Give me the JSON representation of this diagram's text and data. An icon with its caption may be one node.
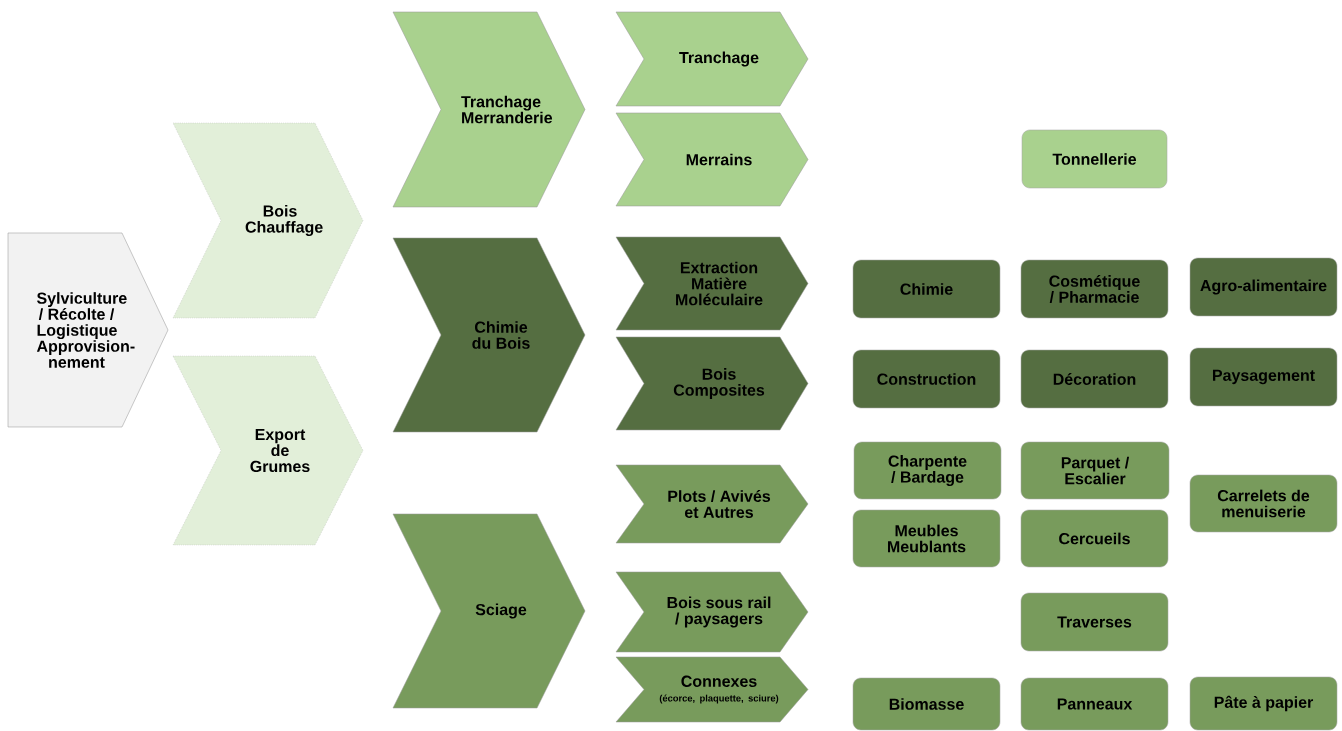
{
  "diagram": {
    "nodes": [
      {
        "text": [
          "Sylviculture / Récolte / Logistique Approvision-nement"
        ]
      },
      {
        "text": [
          "Bois Chauffage"
        ]
      },
      {
        "text": [
          "Export de Grumes"
        ]
      },
      {
        "text": [
          "Tranchage Merranderie"
        ]
      },
      {
        "text": [
          "Chimie du Bois"
        ]
      },
      {
        "text": [
          "Sciage"
        ]
      },
      {
        "text": [
          "Tranchage"
        ]
      },
      {
        "text": [
          "Merrains"
        ]
      },
      {
        "text": [
          "Extraction Matière Moléculaire"
        ]
      },
      {
        "text": [
          "Bois Composites"
        ]
      },
      {
        "text": [
          "Plots / Avivés et Autres"
        ]
      },
      {
        "text": [
          "Bois sous rail / paysagers"
        ]
      },
      {
        "text": [
          "Connexes",
          "(écorce, plaquette, sciure)"
        ]
      },
      {
        "text": [
          "Tonnellerie"
        ]
      },
      {
        "text": [
          "Chimie"
        ]
      },
      {
        "text": [
          "Cosmétique / Pharmacie"
        ]
      },
      {
        "text": [
          "Agro-alimentaire"
        ]
      },
      {
        "text": [
          "Construction"
        ]
      },
      {
        "text": [
          "Décoration"
        ]
      },
      {
        "text": [
          "Paysagement"
        ]
      },
      {
        "text": [
          "Charpente / Bardage"
        ]
      },
      {
        "text": [
          "Parquet / Escalier"
        ]
      },
      {
        "text": [
          "Carrelets de menuiserie"
        ]
      },
      {
        "text": [
          "Meubles Meublants"
        ]
      },
      {
        "text": [
          "Cercueils"
        ]
      },
      {
        "text": [
          "Traverses"
        ]
      },
      {
        "text": [
          "Biomasse"
        ]
      },
      {
        "text": [
          "Panneaux"
        ]
      },
      {
        "text": [
          "Pâte à papier"
        ]
      }
    ]
  }
}
